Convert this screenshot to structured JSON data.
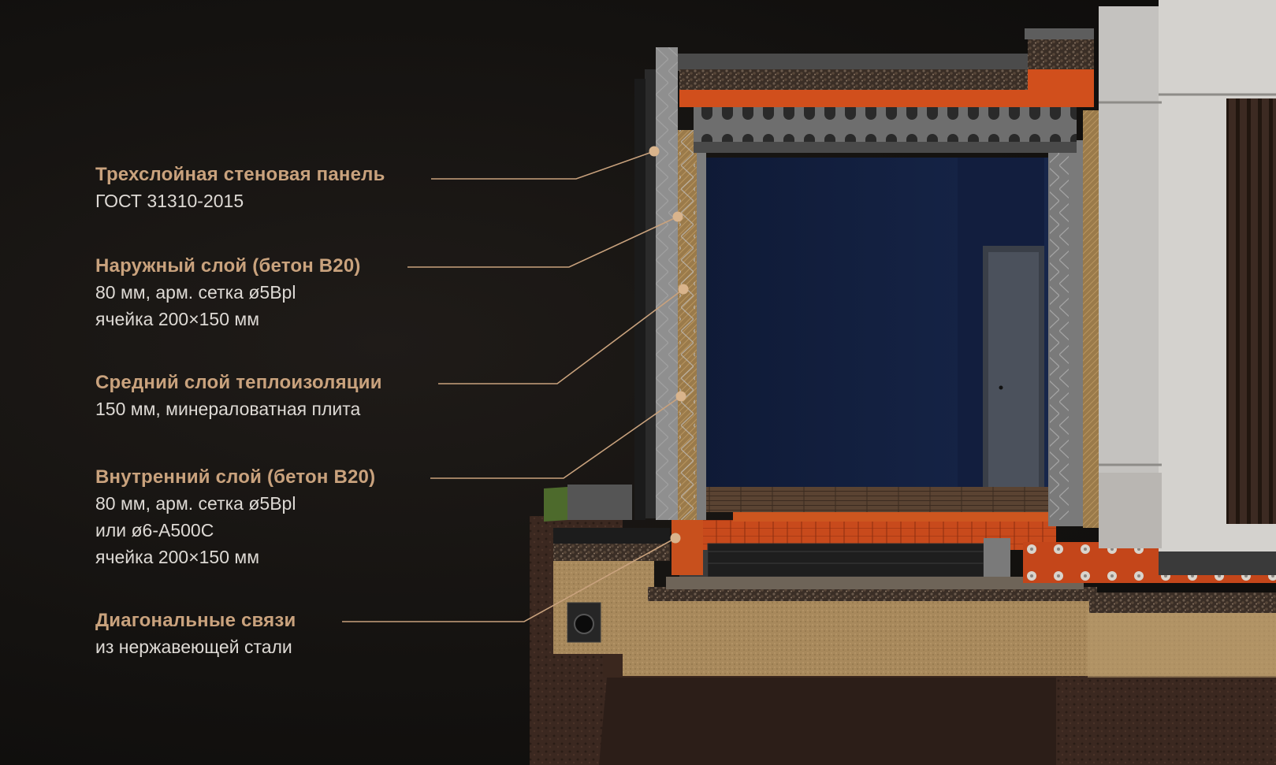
{
  "accent_color": "#c9a27d",
  "text_color": "#dedad5",
  "callouts": [
    {
      "title": "Трехслойная стеновая панель",
      "details": [
        "ГОСТ 31310-2015"
      ]
    },
    {
      "title": "Наружный слой (бетон B20)",
      "details": [
        "80 мм, арм. сетка ø5Bpl",
        "ячейка 200×150 мм"
      ]
    },
    {
      "title": "Средний слой теплоизоляции",
      "details": [
        "150 мм, минераловатная плита"
      ]
    },
    {
      "title": "Внутренний слой (бетон B20)",
      "details": [
        "80 мм, арм. сетка ø5Bpl",
        "или ø6-A500C",
        "ячейка 200×150 мм"
      ]
    },
    {
      "title": "Диагональные связи",
      "details": [
        "из нержавеющей стали"
      ]
    }
  ]
}
